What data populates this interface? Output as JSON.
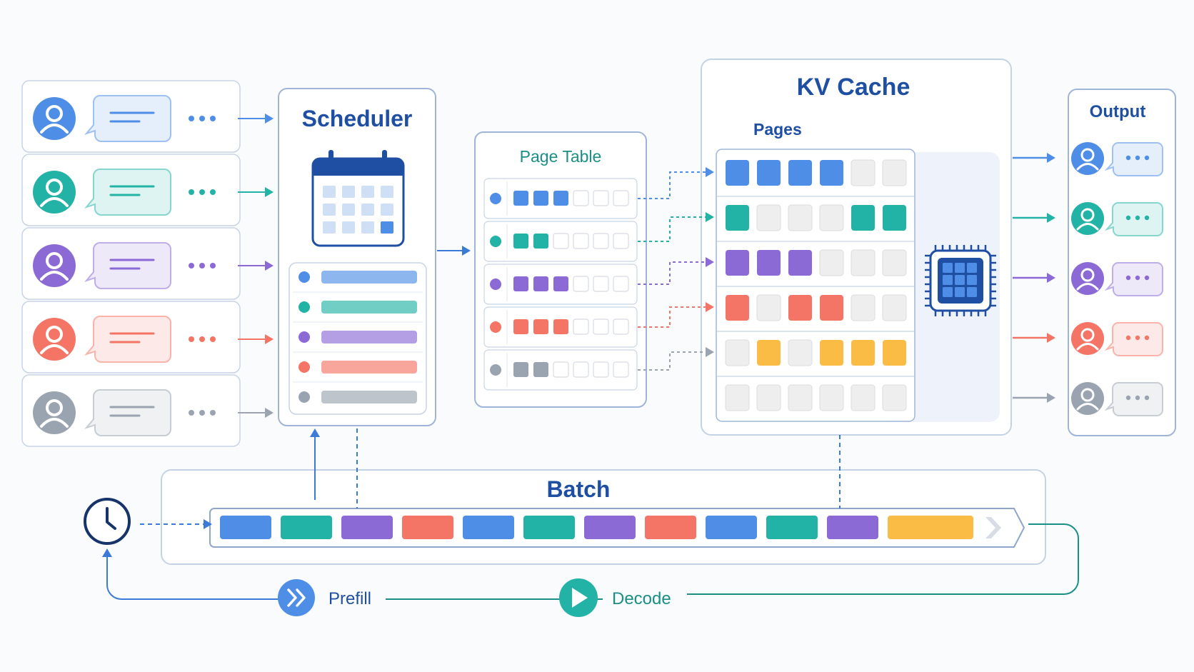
{
  "labels": {
    "scheduler": "Scheduler",
    "page_table": "Page Table",
    "kv_cache": "KV Cache",
    "pages": "Pages",
    "output": "Output",
    "batch": "Batch",
    "prefill": "Prefill",
    "decode": "Decode"
  },
  "colors": {
    "blue": "#4f8ee6",
    "teal": "#23b3a6",
    "purple": "#8b6ad6",
    "red": "#f47565",
    "gray": "#9aa4b0",
    "yellow": "#fbbc45",
    "dark_blue": "#1f4fa3",
    "empty": "#eeeeee"
  },
  "streams": [
    {
      "color": "blue",
      "table_filled": 3,
      "kv_pages": [
        1,
        1,
        1,
        1,
        0,
        0
      ]
    },
    {
      "color": "teal",
      "table_filled": 2,
      "kv_pages": [
        1,
        0,
        0,
        0,
        1,
        1
      ]
    },
    {
      "color": "purple",
      "table_filled": 3,
      "kv_pages": [
        1,
        1,
        1,
        0,
        0,
        0
      ]
    },
    {
      "color": "red",
      "table_filled": 3,
      "kv_pages": [
        1,
        0,
        1,
        1,
        0,
        0
      ]
    },
    {
      "color": "gray",
      "table_filled": 2,
      "kv_pages": [
        0,
        0,
        0,
        0,
        0,
        0
      ]
    }
  ],
  "kv_yellow_row": [
    0,
    1,
    0,
    1,
    1,
    1
  ],
  "batch_sequence": [
    "blue",
    "teal",
    "purple",
    "red",
    "blue",
    "teal",
    "purple",
    "red",
    "blue",
    "teal",
    "purple",
    "yellow"
  ],
  "icons": {
    "user": "user-avatar-icon",
    "chat": "chat-bubble-icon",
    "calendar": "calendar-icon",
    "chip": "gpu-chip-icon",
    "clock": "clock-icon",
    "prefill": "fast-forward-icon",
    "decode": "play-icon"
  }
}
